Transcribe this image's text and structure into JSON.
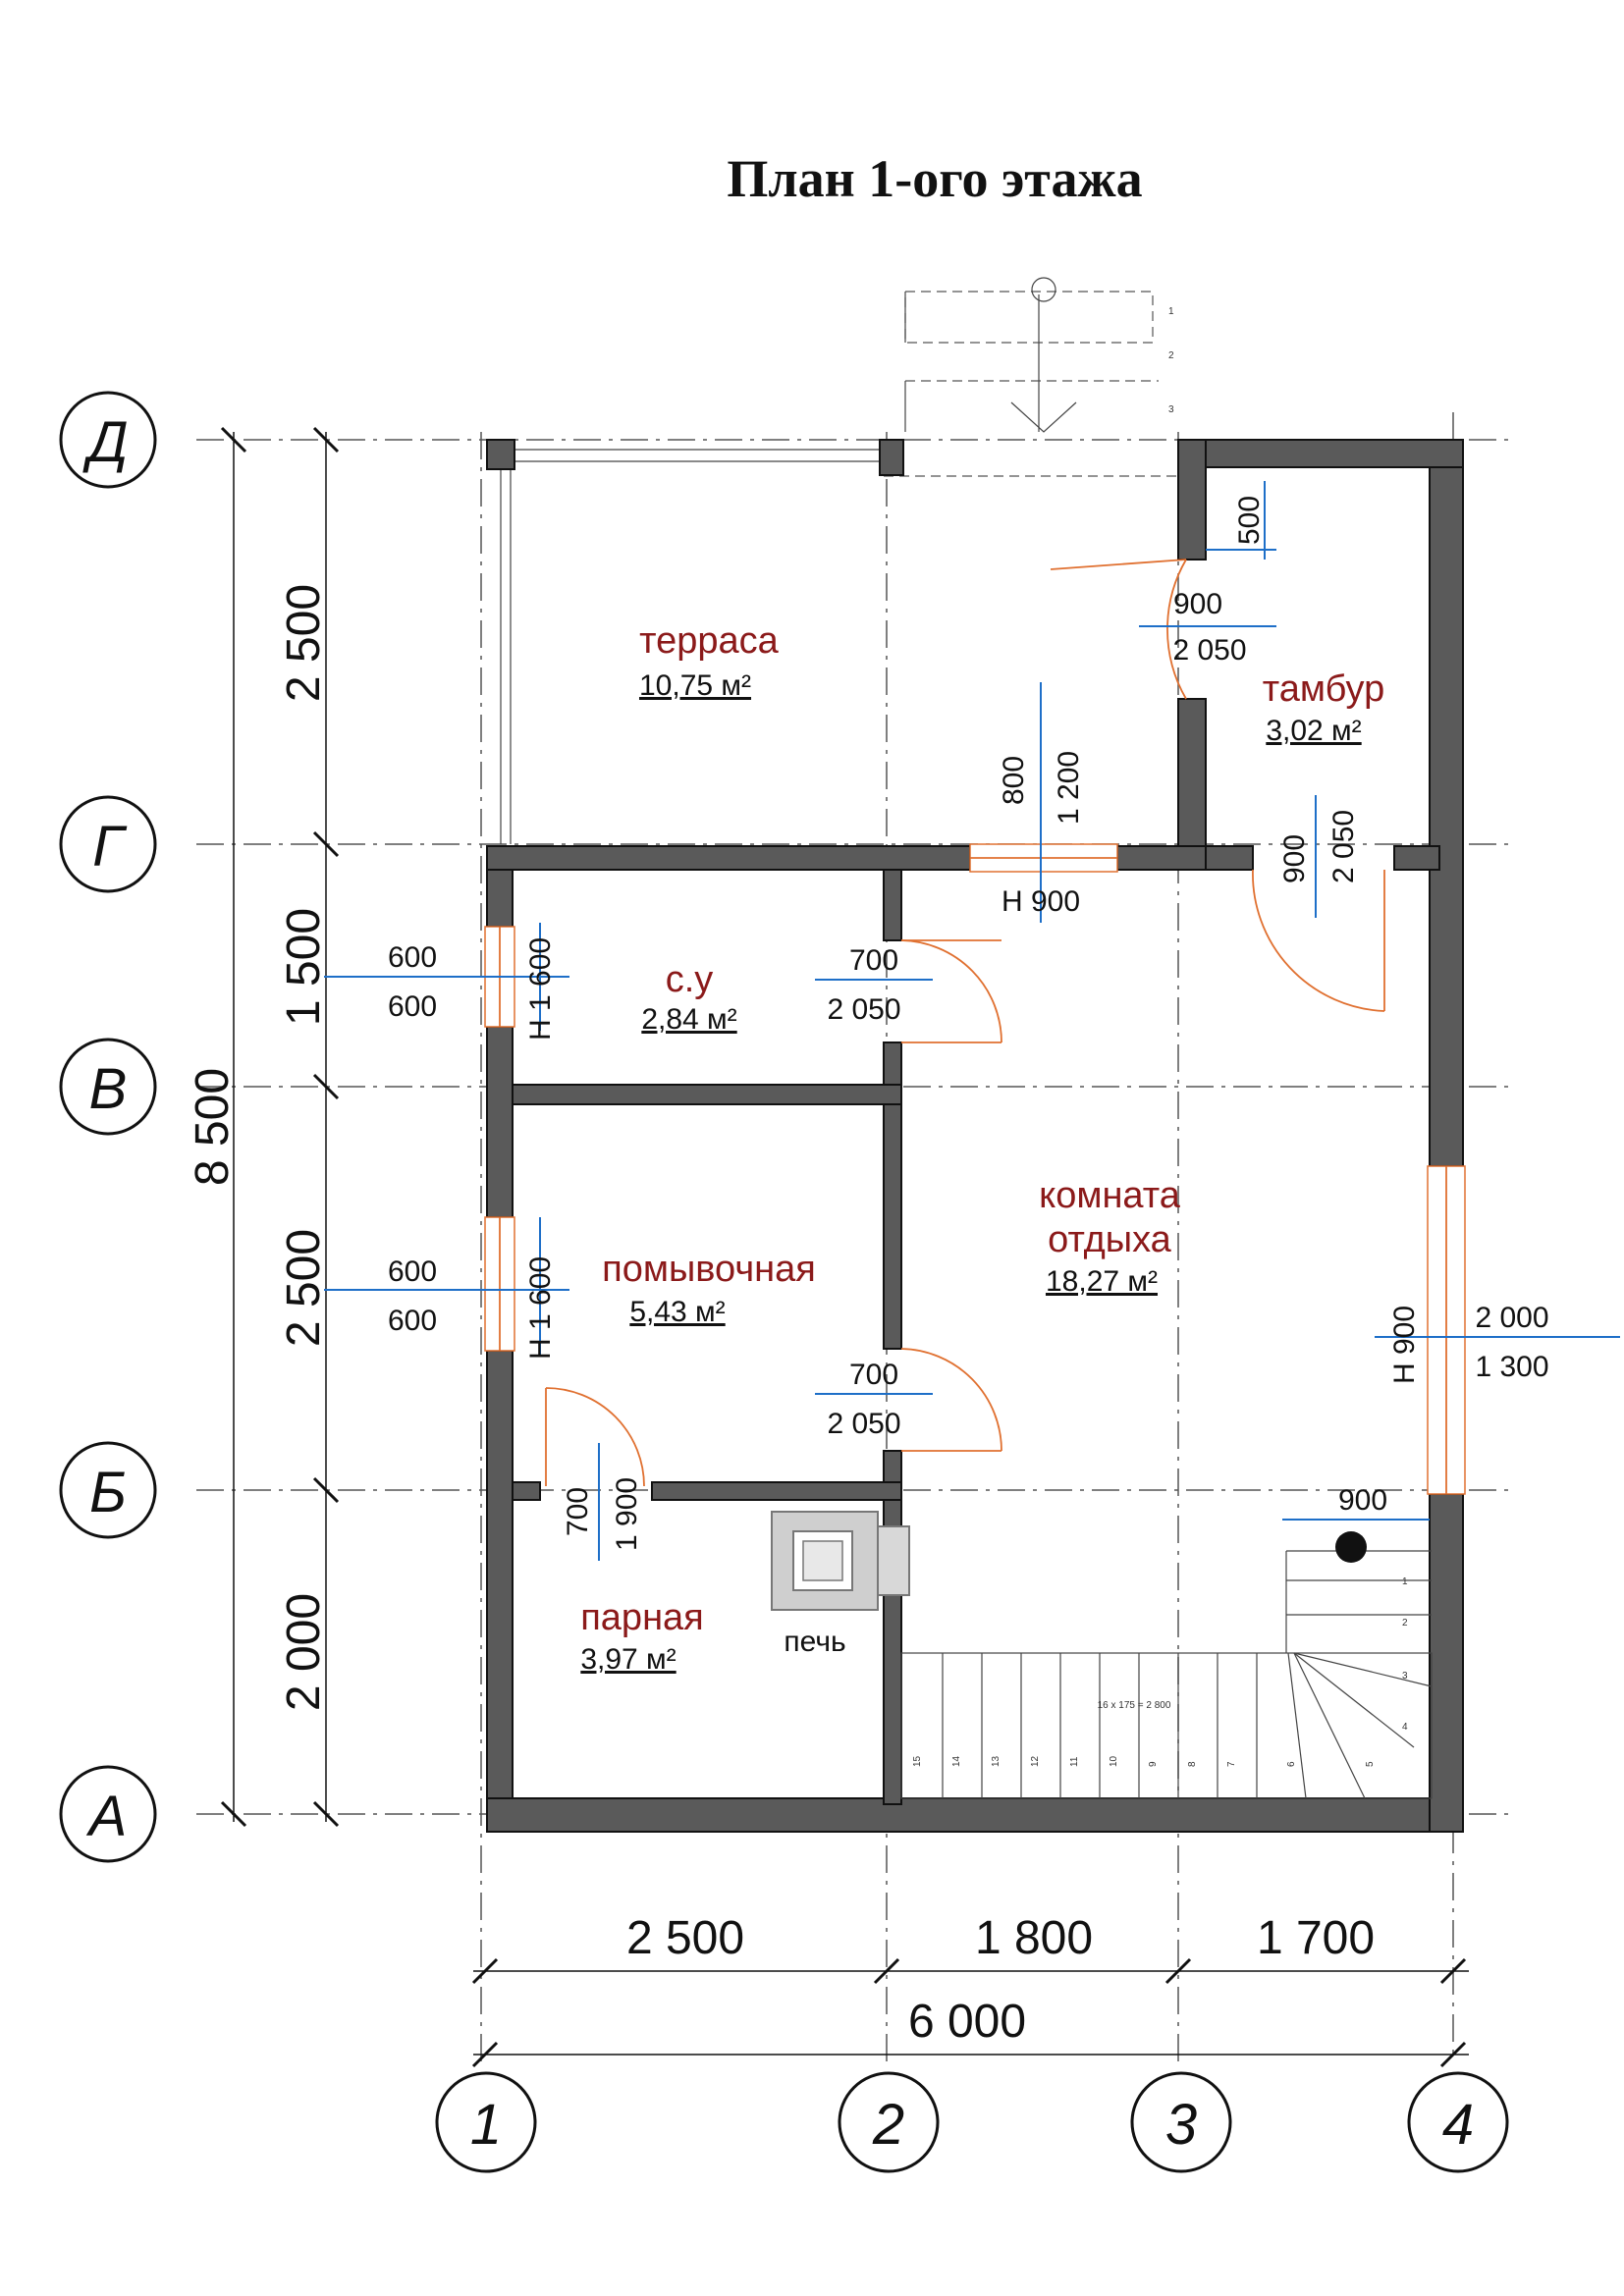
{
  "title": "План 1-ого этажа",
  "axes_letters": [
    "Д",
    "Г",
    "В",
    "Б",
    "А"
  ],
  "axes_numbers": [
    "1",
    "2",
    "3",
    "4"
  ],
  "vertical_dims": [
    "2 500",
    "1 500",
    "2 500",
    "2 000"
  ],
  "vertical_total": "8 500",
  "horizontal_dims": [
    "2 500",
    "1 800",
    "1 700"
  ],
  "horizontal_total": "6 000",
  "rooms": {
    "terrace": {
      "name": "терраса",
      "area": "10,75 м²"
    },
    "vestibule": {
      "name": "тамбур",
      "area": "3,02 м²"
    },
    "wc": {
      "name": "с.у",
      "area": "2,84 м²"
    },
    "lounge": {
      "name_line1": "комната",
      "name_line2": "отдыха",
      "area": "18,27 м²"
    },
    "washroom": {
      "name": "помывочная",
      "area": "5,43 м²"
    },
    "steam": {
      "name": "парная",
      "area": "3,97 м²"
    }
  },
  "stove": "печь",
  "openings": {
    "vestibule_door": {
      "width": "900",
      "height": "2 050"
    },
    "vestibule_wall": "500",
    "inner_door": {
      "width": "900",
      "height": "2 050"
    },
    "terrace_window": {
      "width": "800",
      "height": "1 200",
      "sill": "Н 900"
    },
    "wc_window": {
      "width": "600",
      "height": "600",
      "sill": "Н 1 600"
    },
    "wc_door": {
      "width": "700",
      "height": "2 050"
    },
    "wash_window": {
      "width": "600",
      "height": "600",
      "sill": "Н 1 600"
    },
    "wash_door": {
      "width": "700",
      "height": "2 050"
    },
    "steam_door": {
      "width": "700",
      "height": "1 900"
    },
    "lounge_window": {
      "width": "2 000",
      "height": "1 300",
      "sill": "Н 900"
    },
    "stair_width": "900"
  },
  "stair_note": "16 x 175 = 2 800",
  "stair_steps": [
    "1",
    "2",
    "3",
    "4",
    "5",
    "6",
    "7",
    "8",
    "9",
    "10",
    "11",
    "12",
    "13",
    "14",
    "15"
  ],
  "porch_steps": [
    "1",
    "2",
    "3"
  ]
}
